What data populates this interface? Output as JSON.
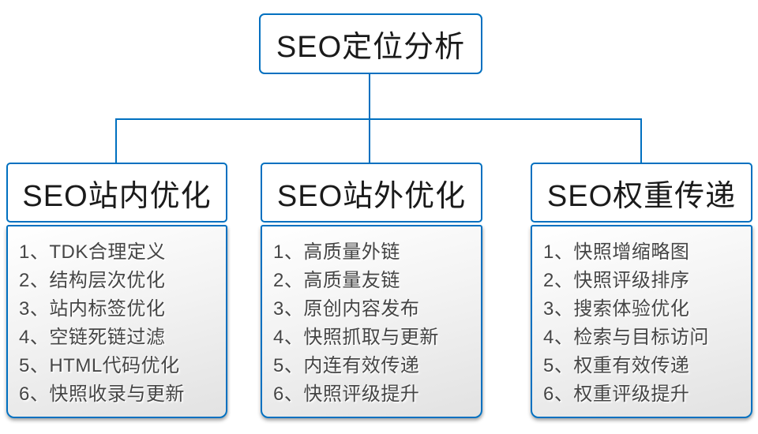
{
  "diagram": {
    "root": {
      "title": "SEO定位分析"
    },
    "columns": [
      {
        "title": "SEO站内优化",
        "items": [
          "1、TDK合理定义",
          "2、结构层次优化",
          "3、站内标签优化",
          "4、空链死链过滤",
          "5、HTML代码优化",
          "6、快照收录与更新"
        ]
      },
      {
        "title": "SEO站外优化",
        "items": [
          "1、高质量外链",
          "2、高质量友链",
          "3、原创内容发布",
          "4、快照抓取与更新",
          "5、内连有效传递",
          "6、快照评级提升"
        ]
      },
      {
        "title": "SEO权重传递",
        "items": [
          "1、快照增缩略图",
          "2、快照评级排序",
          "3、搜索体验优化",
          "4、检索与目标访问",
          "5、权重有效传递",
          "6、权重评级提升"
        ]
      }
    ],
    "colors": {
      "line": "#0070c0",
      "border": "#0070c0",
      "title_text": "#1a1a1a",
      "item_text": "#454545"
    }
  }
}
